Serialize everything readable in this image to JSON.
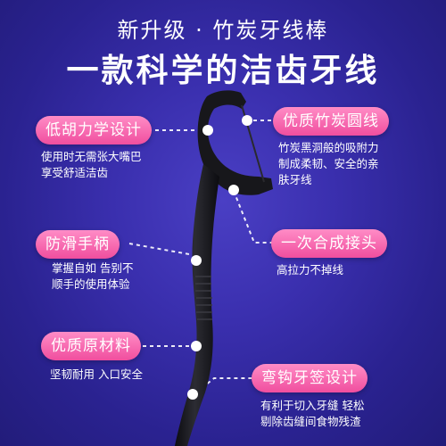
{
  "header": {
    "subtitle": "新升级 · 竹炭牙线棒",
    "title": "一款科学的洁齿牙线"
  },
  "features": {
    "ergonomic": {
      "label": "低胡力学设计",
      "desc": [
        "使用时无需张大嘴巴",
        "享受舒适洁齿"
      ]
    },
    "floss": {
      "label": "优质竹炭圆线",
      "desc": [
        "竹炭黑洞般的吸附力",
        "制成柔韧、安全的亲",
        "肤牙线"
      ]
    },
    "anti_slip": {
      "label": "防滑手柄",
      "desc": [
        "掌握自如 告别不",
        "顺手的使用体验"
      ]
    },
    "joint": {
      "label": "一次合成接头",
      "desc": [
        "高拉力不掉线"
      ]
    },
    "material": {
      "label": "优质原材料",
      "desc": [
        "坚韧耐用 入口安全"
      ]
    },
    "pick": {
      "label": "弯钩牙签设计",
      "desc": [
        "有利于切入牙缝 轻松",
        "剔除齿缝间食物残渣"
      ]
    }
  },
  "colors": {
    "background": "#3a2fae",
    "pill_pink": "#f04e9e",
    "text": "#ffffff",
    "flosser": "#1a1a1e"
  }
}
